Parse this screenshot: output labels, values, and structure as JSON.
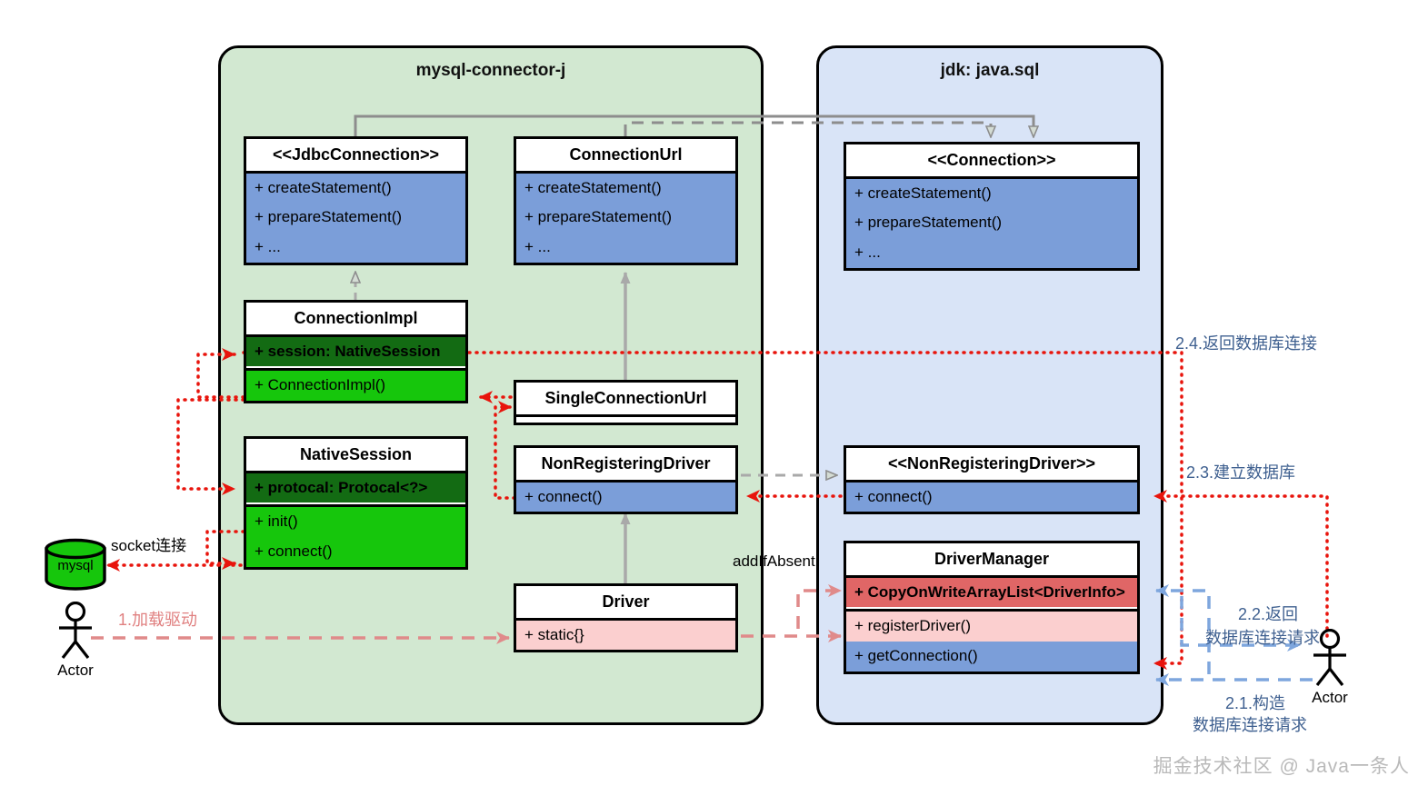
{
  "diagram": {
    "title": "MySQL JDBC Connector class diagram",
    "watermark": "掘金技术社区 @ Java一条人"
  },
  "packages": [
    {
      "id": "mysql-connector-j",
      "label": "mysql-connector-j",
      "color": "#d2e8d1"
    },
    {
      "id": "jdk-java-sql",
      "label": "jdk: java.sql",
      "color": "#d9e4f7"
    }
  ],
  "classes": {
    "jdbc_connection": {
      "name": "<<JdbcConnection>>",
      "members": [
        "+ createStatement()",
        "+ prepareStatement()",
        "+ ..."
      ]
    },
    "connection_url": {
      "name": "ConnectionUrl",
      "members": [
        "+ createStatement()",
        "+ prepareStatement()",
        "+ ..."
      ]
    },
    "connection_iface": {
      "name": "<<Connection>>",
      "members": [
        "+ createStatement()",
        "+ prepareStatement()",
        "+ ..."
      ]
    },
    "connection_impl": {
      "name": "ConnectionImpl",
      "field": "+ session: NativeSession",
      "method": "+ ConnectionImpl()"
    },
    "native_session": {
      "name": "NativeSession",
      "field": "+ protocal: Protocal<?>",
      "methods": [
        "+ init()",
        "+ connect()"
      ]
    },
    "single_connection_url": {
      "name": "SingleConnectionUrl",
      "members": []
    },
    "non_registering_driver": {
      "name": "NonRegisteringDriver",
      "members": [
        "+ connect()"
      ]
    },
    "non_registering_driver_iface": {
      "name": "<<NonRegisteringDriver>>",
      "members": [
        "+ connect()"
      ]
    },
    "driver": {
      "name": "Driver",
      "members": [
        "+ static{}"
      ]
    },
    "driver_manager": {
      "name": "DriverManager",
      "field": "+ CopyOnWriteArrayList<DriverInfo>",
      "methods": [
        "+ registerDriver()",
        "+ getConnection()"
      ]
    }
  },
  "annotations": {
    "step1": "1.加载驱动",
    "step21_line1": "2.1.构造",
    "step21_line2": "数据库连接请求",
    "step22_line1": "2.2.返回",
    "step22_line2": "数据库连接请求",
    "step23": "2.3.建立数据库",
    "step24": "2.4.返回数据库连接",
    "socket": "socket连接",
    "add_if_absent": "addIfAbsent"
  },
  "entities": {
    "actor_left": "Actor",
    "actor_right": "Actor",
    "database": "mysql"
  },
  "colors": {
    "panel_green": "#d2e8d1",
    "panel_blue": "#d9e4f7",
    "member_blue": "#7b9ed9",
    "field_dark_green": "#136b13",
    "method_green": "#16c60c",
    "field_red": "#e06666",
    "method_light_red": "#fbcfcf",
    "flow_red": "#e8140c",
    "flow_blue": "#7ea6dd",
    "flow_pink": "#e08a8a",
    "uml_gray": "#8d8d8d"
  }
}
